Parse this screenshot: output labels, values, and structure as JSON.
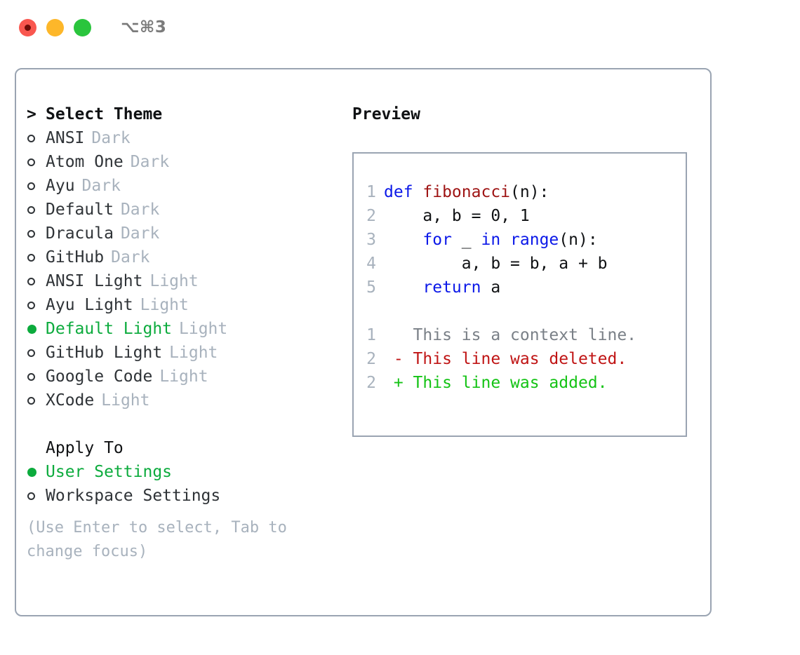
{
  "window": {
    "title": "⌥⌘3",
    "traffic_lights": [
      {
        "name": "close",
        "color": "#f9574f"
      },
      {
        "name": "minimize",
        "color": "#fdb72a"
      },
      {
        "name": "maximize",
        "color": "#2ac53d"
      }
    ]
  },
  "theme_picker": {
    "heading_marker": ">",
    "heading": "Select Theme",
    "items": [
      {
        "marker": "circle",
        "label": "ANSI",
        "tag": "Dark",
        "selected": false
      },
      {
        "marker": "circle",
        "label": "Atom One",
        "tag": "Dark",
        "selected": false
      },
      {
        "marker": "circle",
        "label": "Ayu",
        "tag": "Dark",
        "selected": false
      },
      {
        "marker": "circle",
        "label": "Default",
        "tag": "Dark",
        "selected": false
      },
      {
        "marker": "circle",
        "label": "Dracula",
        "tag": "Dark",
        "selected": false
      },
      {
        "marker": "circle",
        "label": "GitHub",
        "tag": "Dark",
        "selected": false
      },
      {
        "marker": "circle",
        "label": "ANSI Light",
        "tag": "Light",
        "selected": false
      },
      {
        "marker": "circle",
        "label": "Ayu Light",
        "tag": "Light",
        "selected": false
      },
      {
        "marker": "dot",
        "label": "Default Light",
        "tag": "Light",
        "selected": true
      },
      {
        "marker": "circle",
        "label": "GitHub Light",
        "tag": "Light",
        "selected": false
      },
      {
        "marker": "circle",
        "label": "Google Code",
        "tag": "Light",
        "selected": false
      },
      {
        "marker": "circle",
        "label": "XCode",
        "tag": "Light",
        "selected": false
      }
    ]
  },
  "apply_to": {
    "heading": "Apply To",
    "items": [
      {
        "marker": "dot",
        "label": "User Settings",
        "selected": true
      },
      {
        "marker": "circle",
        "label": "Workspace Settings",
        "selected": false
      }
    ]
  },
  "hint": "(Use Enter to select, Tab to change focus)",
  "preview": {
    "title": "Preview",
    "code_lines": [
      {
        "num": "1",
        "tokens": [
          {
            "t": "def ",
            "c": "kw"
          },
          {
            "t": "fibonacci",
            "c": "fn"
          },
          {
            "t": "(n):",
            "c": "plain"
          }
        ]
      },
      {
        "num": "2",
        "tokens": [
          {
            "t": "    a, b = 0, 1",
            "c": "plain"
          }
        ]
      },
      {
        "num": "3",
        "tokens": [
          {
            "t": "    ",
            "c": "plain"
          },
          {
            "t": "for",
            "c": "kw"
          },
          {
            "t": " _ ",
            "c": "plain"
          },
          {
            "t": "in",
            "c": "kw"
          },
          {
            "t": " ",
            "c": "plain"
          },
          {
            "t": "range",
            "c": "kw"
          },
          {
            "t": "(n):",
            "c": "plain"
          }
        ]
      },
      {
        "num": "4",
        "tokens": [
          {
            "t": "        a, b = b, a + b",
            "c": "plain"
          }
        ]
      },
      {
        "num": "5",
        "tokens": [
          {
            "t": "    ",
            "c": "plain"
          },
          {
            "t": "return",
            "c": "kw"
          },
          {
            "t": " a",
            "c": "plain"
          }
        ]
      }
    ],
    "diff_lines": [
      {
        "num": "1",
        "sign": " ",
        "text": "This is a context line.",
        "kind": "ctx"
      },
      {
        "num": "2",
        "sign": "-",
        "text": "This line was deleted.",
        "kind": "del"
      },
      {
        "num": "2",
        "sign": "+",
        "text": "This line was added.",
        "kind": "add"
      }
    ]
  },
  "colors": {
    "accent_green": "#0cab3d",
    "muted": "#a8b2bd",
    "text": "#2f3337",
    "border": "#9aa4b2",
    "keyword_blue": "#0b18e8",
    "function_red": "#9e1414",
    "diff_added": "#14c315",
    "diff_deleted": "#c01515"
  }
}
